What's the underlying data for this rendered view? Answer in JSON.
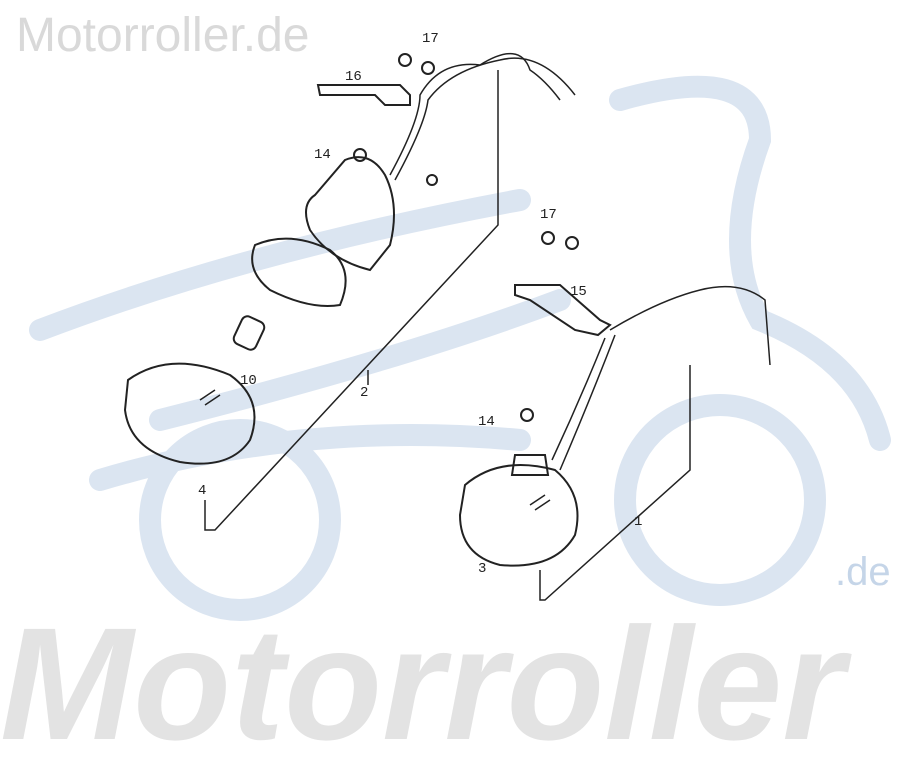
{
  "watermark": {
    "top_text": "Motorroller.de",
    "bottom_text": "Motorroller",
    "bottom_suffix": ".de"
  },
  "colors": {
    "lines": "#222222",
    "watermark_gray": "#d9d9d9",
    "watermark_blue": "#c5d5e8"
  },
  "part_labels": {
    "left_screw_17": "17",
    "left_bracket_16": "16",
    "left_bolt_14": "14",
    "bulb_10": "10",
    "left_assembly_2": "2",
    "left_lens_4": "4",
    "right_screw_17": "17",
    "right_bracket_15": "15",
    "right_bolt_14": "14",
    "right_lens_3": "3",
    "right_assembly_1": "1"
  }
}
